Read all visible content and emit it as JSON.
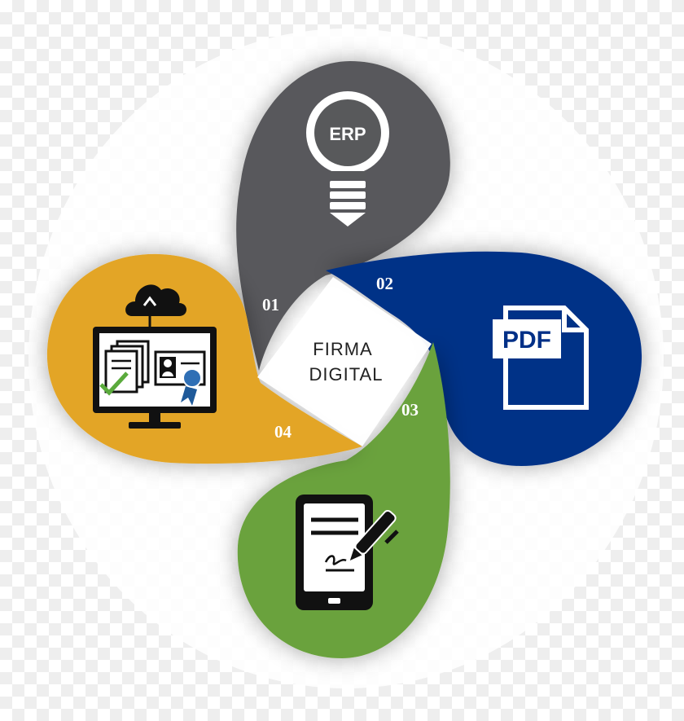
{
  "center": {
    "line1": "FIRMA",
    "line2": "DIGITAL"
  },
  "petals": [
    {
      "number": "01",
      "icon": "lightbulb-icon",
      "icon_text": "ERP",
      "color": "#58595b"
    },
    {
      "number": "02",
      "icon": "pdf-document-icon",
      "icon_text": "PDF",
      "color": "#003087"
    },
    {
      "number": "03",
      "icon": "tablet-signature-icon",
      "color": "#6aa23d"
    },
    {
      "number": "04",
      "icon": "cloud-monitor-documents-icon",
      "color": "#e3a525"
    }
  ]
}
